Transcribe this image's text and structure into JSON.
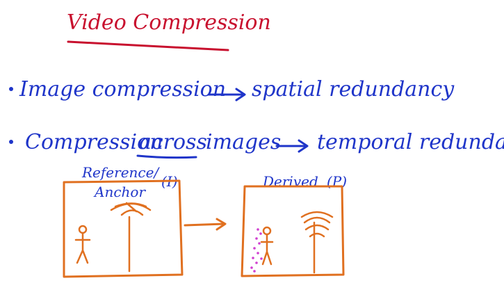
{
  "title": "Video Compression",
  "bullets": [
    {
      "left": "Image compression",
      "right": "spatial redundancy"
    },
    {
      "left_prefix": "Compression",
      "left_underlined": "across",
      "left_suffix": "images",
      "right": "temporal redundancy"
    }
  ],
  "frames": {
    "reference_label_line1": "Reference/",
    "reference_label_line2": "Anchor",
    "reference_tag": "(I)",
    "derived_label": "Derived",
    "derived_tag": "(P)"
  },
  "colors": {
    "title": "#c8102e",
    "text": "#1f35c9",
    "drawing": "#e07020",
    "motion_dots": "#d040d0",
    "background": "#ffffff"
  },
  "icons": [
    "arrow-icon",
    "stick-figure-icon",
    "tree-icon"
  ]
}
